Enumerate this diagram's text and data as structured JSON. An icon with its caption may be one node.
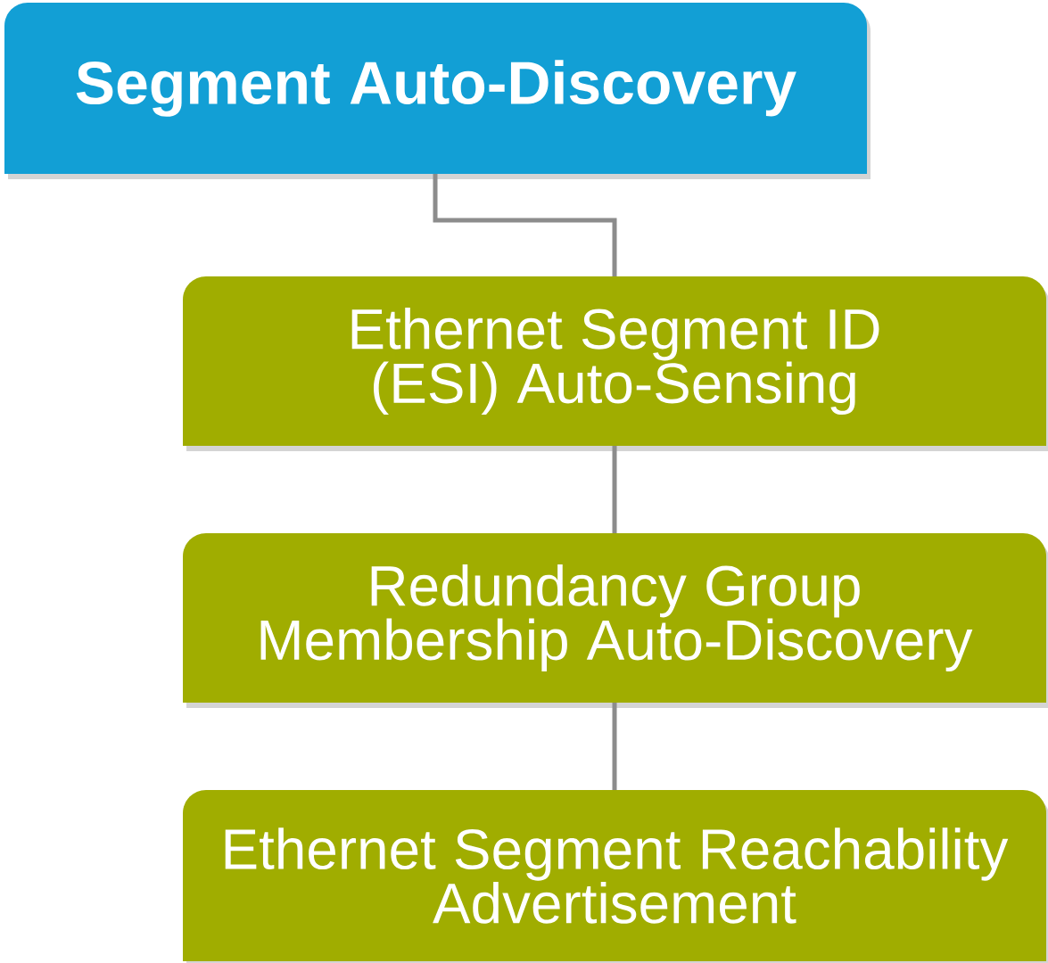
{
  "diagram": {
    "nodes": [
      {
        "text": [
          "Segment Auto-Discovery"
        ]
      },
      {
        "text": [
          "Ethernet Segment ID (ESI) Auto-Sensing"
        ]
      },
      {
        "text": [
          "Redundancy Group Membership Auto-Discovery"
        ]
      },
      {
        "text": [
          "Ethernet Segment Reachability Advertisement"
        ]
      }
    ],
    "edges": [
      {
        "from": 0,
        "to": 1,
        "arrow": "none"
      },
      {
        "from": 1,
        "to": 2,
        "arrow": "none"
      },
      {
        "from": 2,
        "to": 3,
        "arrow": "none"
      }
    ]
  }
}
